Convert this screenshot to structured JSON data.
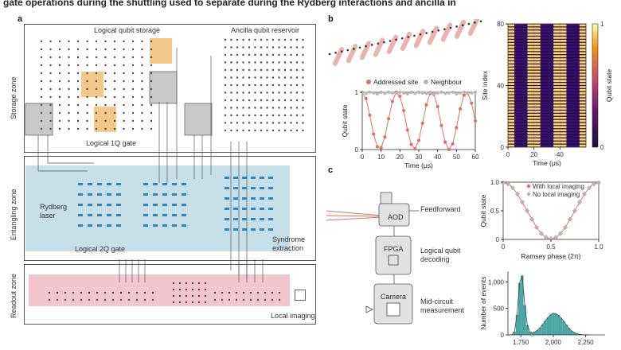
{
  "header_text": "gate operations during the shuttling used to separate during the Rydberg interactions and ancilla in",
  "panel_a": {
    "letter": "a",
    "storage_zone": "Storage zone",
    "entangling_zone": "Entangling zone",
    "readout_zone": "Readout zone",
    "logical_storage": "Logical qubit storage",
    "ancilla_reservoir": "Ancilla qubit reservoir",
    "logical_1q": "Logical 1Q gate",
    "rydberg_laser": "Rydberg laser",
    "logical_2q": "Logical 2Q gate",
    "syndrome_extraction": "Syndrome extraction",
    "local_imaging": "Local imaging"
  },
  "panel_b": {
    "letter": "b",
    "legend_addressed": "Addressed site",
    "legend_neighbour": "Neighbour",
    "plot": {
      "ylabel": "Qubit state",
      "xlabel": "Time (μs)",
      "xticks": [
        "0",
        "10",
        "20",
        "30",
        "40",
        "50",
        "60"
      ],
      "yticks": [
        "0",
        "1"
      ]
    },
    "heatmap": {
      "ylabel": "Site index",
      "xlabel": "Time (μs)",
      "colorbar_label": "Qubit state",
      "xticks": [
        "0",
        "20",
        "40"
      ],
      "yticks": [
        "0",
        "40",
        "80"
      ],
      "cbar_ticks": [
        "0",
        "1"
      ]
    }
  },
  "panel_c": {
    "letter": "c",
    "aod": "AOD",
    "fpga": "FPGA",
    "camera": "Camera",
    "feedforward": "Feedforward",
    "logical_decoding_1": "Logical qubit",
    "logical_decoding_2": "decoding",
    "midcircuit_1": "Mid-circuit",
    "midcircuit_2": "measurement",
    "ramsey": {
      "ylabel": "Qubit state",
      "xlabel": "Ramsey phase (2π)",
      "xticks": [
        "0",
        "0.5",
        "1.0"
      ],
      "yticks": [
        "0",
        "0.5",
        "1.0"
      ],
      "legend_with": "With local imaging",
      "legend_without": "No local imaging"
    },
    "hist": {
      "ylabel": "Number of events",
      "yticks": [
        "0",
        "500",
        "1,000"
      ],
      "xticks": [
        "1,750",
        "2,000",
        "2,250"
      ]
    }
  },
  "colors": {
    "qubit_dot": "#4a4a4a",
    "orange_fill": "#f3c98b",
    "gray_fill": "#c9c9c9",
    "blue_zone": "#c7dfe9",
    "pink_zone": "#f2c6cc",
    "blue_marker": "#2e86c1",
    "red_marker": "#d9746a",
    "gray_marker": "#b8b8b8",
    "teal_hist": "#4aa5a0"
  },
  "chart_data": [
    {
      "type": "line",
      "title": "",
      "xlabel": "Time (μs)",
      "ylabel": "Qubit state",
      "xlim": [
        0,
        60
      ],
      "ylim": [
        0,
        1
      ],
      "series": [
        {
          "name": "Addressed site",
          "x": [
            0,
            2,
            4,
            6,
            8,
            10,
            12,
            14,
            16,
            18,
            20,
            22,
            24,
            26,
            28,
            30,
            32,
            34,
            36,
            38,
            40,
            42,
            44,
            46,
            48,
            50,
            52,
            54,
            56,
            58,
            60
          ],
          "values": [
            1.0,
            0.89,
            0.6,
            0.27,
            0.05,
            0.03,
            0.22,
            0.54,
            0.84,
            1.0,
            0.93,
            0.68,
            0.34,
            0.09,
            0.01,
            0.16,
            0.46,
            0.78,
            0.98,
            0.96,
            0.75,
            0.42,
            0.13,
            0.0,
            0.1,
            0.38,
            0.71,
            0.95,
            0.99,
            0.81,
            0.5
          ]
        },
        {
          "name": "Neighbour",
          "x": [
            0,
            2,
            4,
            6,
            8,
            10,
            12,
            14,
            16,
            18,
            20,
            22,
            24,
            26,
            28,
            30,
            32,
            34,
            36,
            38,
            40,
            42,
            44,
            46,
            48,
            50,
            52,
            54,
            56,
            58,
            60
          ],
          "values": [
            1.0,
            0.98,
            1.0,
            0.99,
            0.97,
            1.0,
            0.98,
            1.0,
            0.99,
            0.98,
            1.0,
            0.99,
            0.97,
            1.0,
            0.98,
            1.0,
            0.99,
            0.98,
            1.0,
            0.97,
            0.99,
            1.0,
            0.98,
            0.99,
            1.0,
            0.97,
            0.99,
            1.0,
            0.98,
            0.99,
            1.0
          ]
        }
      ]
    },
    {
      "type": "heatmap",
      "title": "",
      "xlabel": "Time (μs)",
      "ylabel": "Site index",
      "colorbar_label": "Qubit state",
      "xlim": [
        0,
        60
      ],
      "ylim": [
        0,
        80
      ],
      "clim": [
        0,
        1
      ],
      "columns": 12,
      "rows": 40
    },
    {
      "type": "line",
      "title": "",
      "xlabel": "Ramsey phase (2π)",
      "ylabel": "Qubit state",
      "xlim": [
        0,
        1
      ],
      "ylim": [
        0,
        1
      ],
      "series": [
        {
          "name": "With local imaging",
          "x": [
            0,
            0.05,
            0.1,
            0.15,
            0.2,
            0.25,
            0.3,
            0.35,
            0.4,
            0.45,
            0.5,
            0.55,
            0.6,
            0.65,
            0.7,
            0.75,
            0.8,
            0.85,
            0.9,
            0.95,
            1.0
          ],
          "values": [
            0.99,
            0.97,
            0.9,
            0.79,
            0.65,
            0.5,
            0.35,
            0.21,
            0.1,
            0.03,
            0.01,
            0.03,
            0.1,
            0.21,
            0.35,
            0.5,
            0.65,
            0.79,
            0.9,
            0.97,
            0.99
          ]
        },
        {
          "name": "No local imaging",
          "x": [
            0,
            0.05,
            0.1,
            0.15,
            0.2,
            0.25,
            0.3,
            0.35,
            0.4,
            0.45,
            0.5,
            0.55,
            0.6,
            0.65,
            0.7,
            0.75,
            0.8,
            0.85,
            0.9,
            0.95,
            1.0
          ],
          "values": [
            0.98,
            0.96,
            0.9,
            0.8,
            0.66,
            0.51,
            0.36,
            0.22,
            0.11,
            0.04,
            0.02,
            0.04,
            0.11,
            0.22,
            0.36,
            0.51,
            0.66,
            0.8,
            0.9,
            0.96,
            0.98
          ]
        }
      ]
    },
    {
      "type": "bar",
      "title": "",
      "xlabel": "",
      "ylabel": "Number of events",
      "xlim": [
        1650,
        2400
      ],
      "ylim": [
        0,
        1200
      ],
      "categories": [
        1660,
        1680,
        1700,
        1720,
        1740,
        1760,
        1780,
        1800,
        1820,
        1840,
        1860,
        1880,
        1900,
        1920,
        1940,
        1960,
        1980,
        2000,
        2020,
        2040,
        2060,
        2080,
        2100,
        2120,
        2140,
        2160,
        2180,
        2200,
        2220,
        2240,
        2260,
        2280
      ],
      "values": [
        0,
        5,
        60,
        380,
        980,
        1120,
        560,
        180,
        60,
        40,
        60,
        90,
        140,
        200,
        270,
        330,
        380,
        410,
        400,
        370,
        320,
        260,
        190,
        130,
        80,
        45,
        25,
        12,
        6,
        3,
        1,
        0
      ]
    }
  ]
}
